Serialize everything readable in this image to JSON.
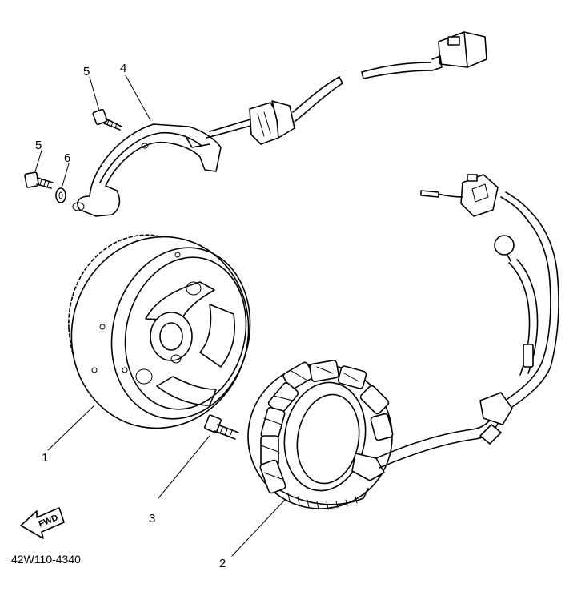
{
  "diagram": {
    "callouts": {
      "c1": "1",
      "c2": "2",
      "c3": "3",
      "c4": "4",
      "c5a": "5",
      "c5b": "5",
      "c6": "6"
    },
    "fwd_label": "FWD",
    "part_code": "42W110-4340"
  }
}
